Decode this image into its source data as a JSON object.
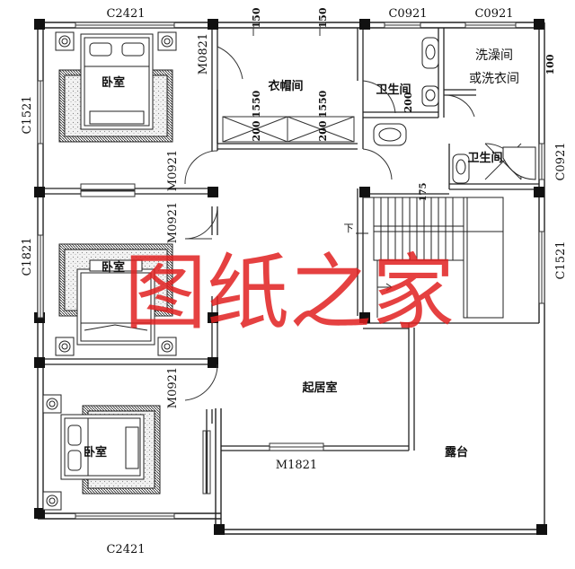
{
  "plan": {
    "window_codes": {
      "top_left": "C2421",
      "top_c1": "C0921",
      "top_c2": "C0921",
      "bottom": "C2421",
      "left_1": "C1521",
      "left_2": "C1821",
      "right_1": "C0921",
      "right_2": "C1521"
    },
    "door_codes": {
      "closet_door": "M0821",
      "bedroom1_door": "M0921",
      "bedroom2_door": "M0921",
      "bedroom3_door": "M0921",
      "terrace_door": "M1821"
    },
    "rooms": {
      "bedroom_1": "卧室",
      "bedroom_2": "卧室",
      "bedroom_3": "卧室",
      "closet": "衣帽间",
      "bathroom_1": "卫生间",
      "bathroom_2": "卫生间",
      "laundry_line1": "洗澡间",
      "laundry_line2": "或洗衣间",
      "living": "起居室",
      "terrace": "露台"
    },
    "dimensions": {
      "d150a": "150",
      "d150b": "150",
      "d1550a": "1550",
      "d1550b": "1550",
      "d200a": "200",
      "d200b": "200",
      "d200c": "200",
      "d100": "100",
      "d175": "175"
    },
    "stair_arrow": "下",
    "watermark": "图纸之家"
  }
}
